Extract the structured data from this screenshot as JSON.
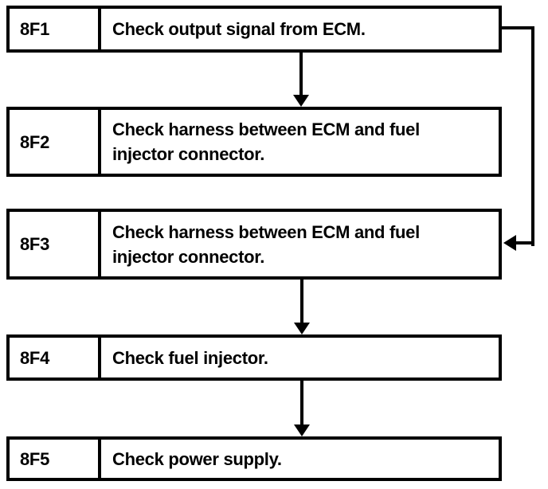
{
  "page": {
    "background": "#ffffff",
    "line_color": "#000000"
  },
  "flowchart": {
    "type": "troubleshooting-flowchart",
    "steps": [
      {
        "id": "8F1",
        "text": "Check output signal from ECM."
      },
      {
        "id": "8F2",
        "text": "Check harness between ECM and fuel\ninjector connector."
      },
      {
        "id": "8F3",
        "text": "Check harness between ECM and fuel\ninjector connector."
      },
      {
        "id": "8F4",
        "text": "Check fuel injector."
      },
      {
        "id": "8F5",
        "text": "Check power supply."
      }
    ],
    "connections": [
      {
        "from": "8F1",
        "to": "8F2",
        "style": "straight-down-arrow"
      },
      {
        "from": "8F1",
        "to": "8F3",
        "style": "right-side-routed-arrow"
      },
      {
        "from": "8F3",
        "to": "8F4",
        "style": "straight-down-arrow"
      },
      {
        "from": "8F4",
        "to": "8F5",
        "style": "straight-down-arrow"
      }
    ]
  }
}
